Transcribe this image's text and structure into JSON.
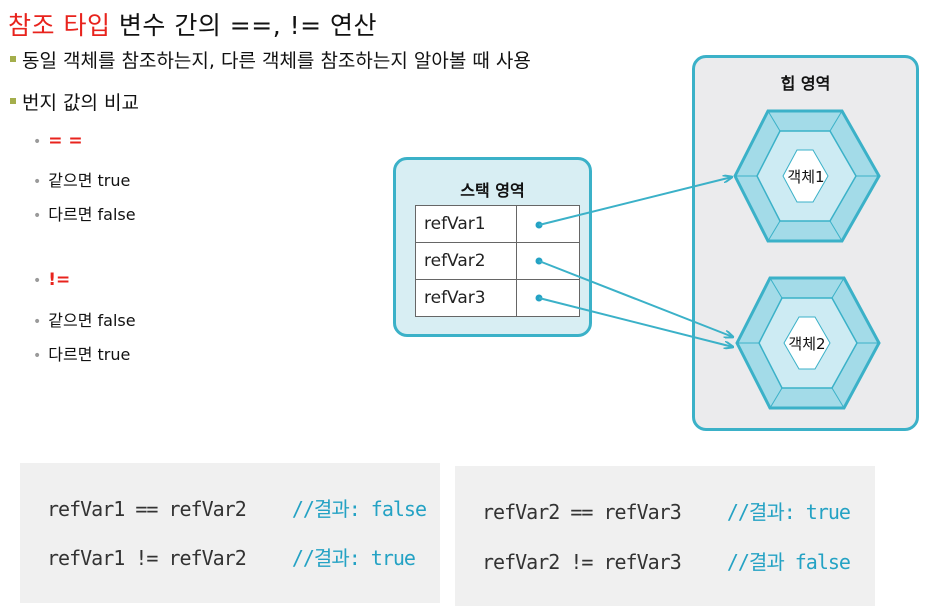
{
  "title": {
    "highlight": "참조 타입",
    "rest": " 변수 간의 ==, != 연산"
  },
  "bullets": [
    "동일 객체를 참조하는지, 다른 객체를 참조하는지 알아볼 때 사용",
    "번지 값의 비교"
  ],
  "operators": {
    "eq": {
      "symbol": "= =",
      "same": "같으면 true",
      "diff": "다르면 false"
    },
    "neq": {
      "symbol": "!=",
      "same": "같으면 false",
      "diff": "다르면 true"
    }
  },
  "stack": {
    "title": "스택 영역",
    "vars": [
      "refVar1",
      "refVar2",
      "refVar3"
    ]
  },
  "heap": {
    "title": "힙 영역",
    "objects": [
      "객체1",
      "객체2"
    ]
  },
  "colors": {
    "accent": "#3bb1c8",
    "red": "#e8231d",
    "comment": "#24a2c4"
  },
  "code_left": [
    {
      "code": "refVar1 == refVar2",
      "comment": "//결과: false"
    },
    {
      "code": "refVar1 != refVar2",
      "comment": "//결과: true"
    }
  ],
  "code_right": [
    {
      "code": "refVar2 == refVar3",
      "comment": "//결과: true"
    },
    {
      "code": "refVar2 != refVar3",
      "comment": "//결과 false"
    }
  ]
}
